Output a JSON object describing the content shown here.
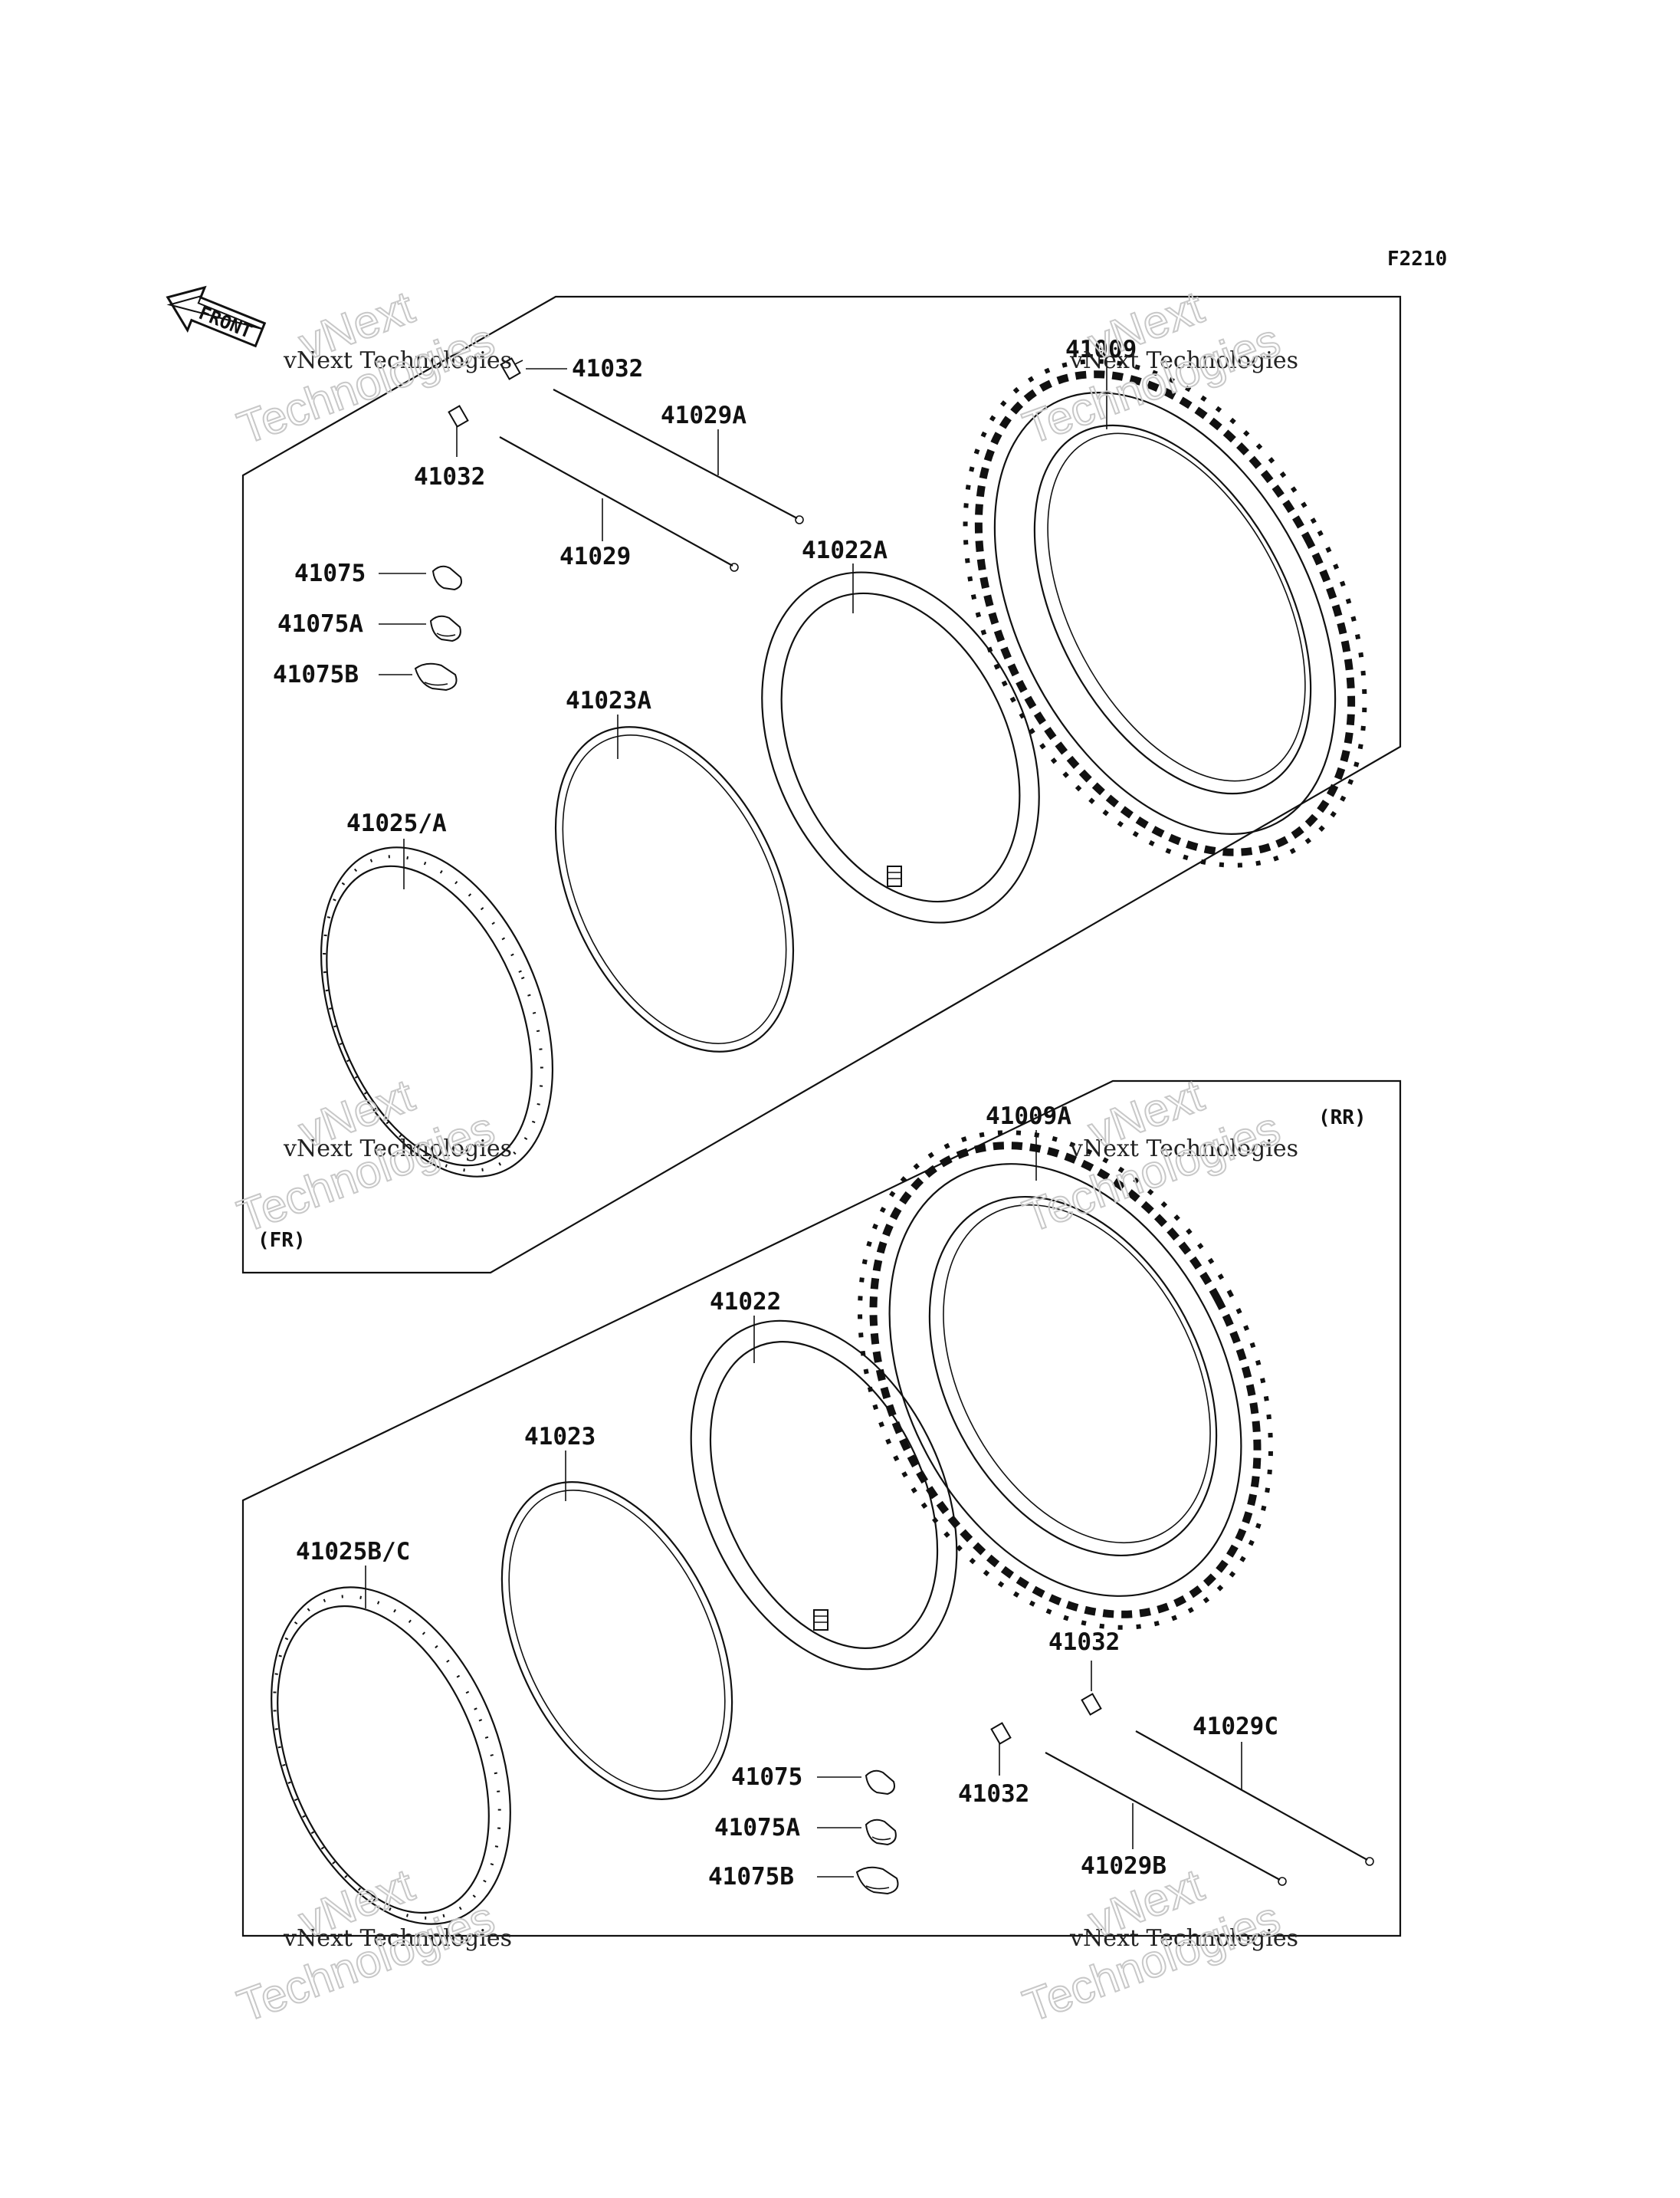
{
  "diagram": {
    "figure_code": "F2210",
    "front_arrow_text": "FRONT",
    "sections": {
      "front": {
        "label": "(FR)"
      },
      "rear": {
        "label": "(RR)"
      }
    },
    "parts_front": {
      "tire": "41009",
      "tube": "41022A",
      "rim_band": "41023A",
      "rim": "41025/A",
      "spoke_a": "41029A",
      "spoke": "41029",
      "nipple_top": "41032",
      "nipple_left": "41032",
      "rim_lock": "41075",
      "rim_lock_a": "41075A",
      "rim_lock_b": "41075B"
    },
    "parts_rear": {
      "tire": "41009A",
      "tube": "41022",
      "rim_band": "41023",
      "rim": "41025B/C",
      "spoke_c": "41029C",
      "spoke_b": "41029B",
      "nipple_top": "41032",
      "nipple_left": "41032",
      "rim_lock": "41075",
      "rim_lock_a": "41075A",
      "rim_lock_b": "41075B"
    },
    "watermark": {
      "line1": "vNext Technologies",
      "line2": "vNext",
      "line3": "Technologies"
    }
  }
}
